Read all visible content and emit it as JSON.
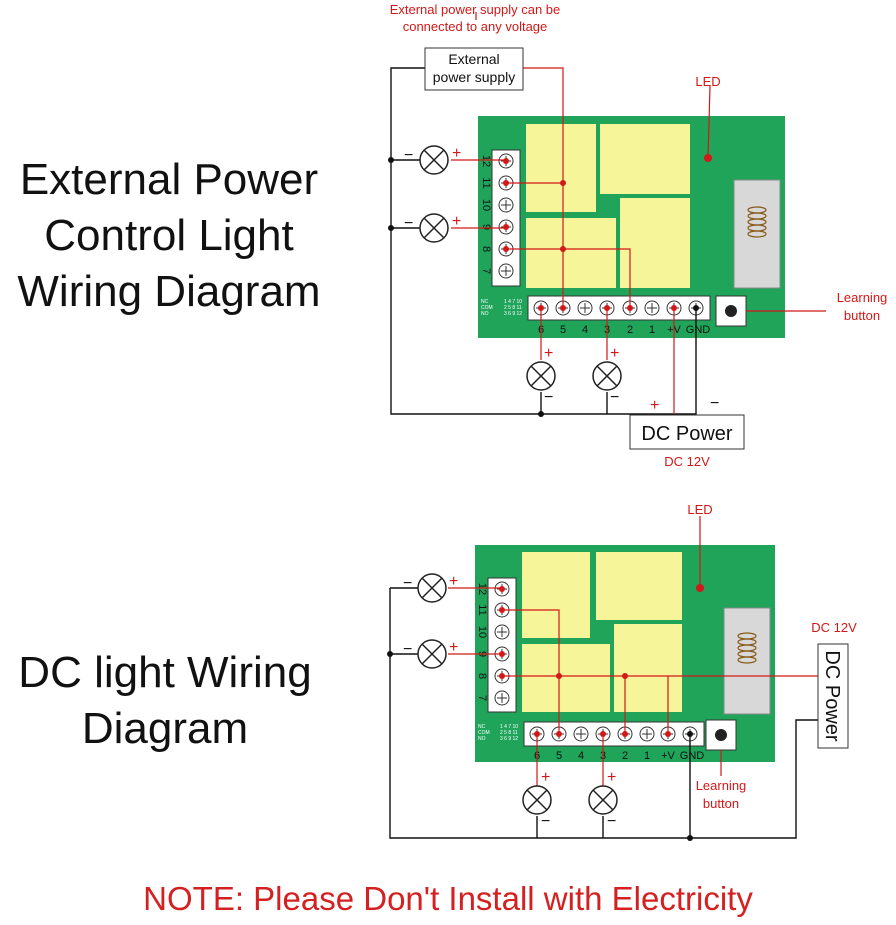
{
  "top": {
    "title_line1": "External Power",
    "title_line2": "Control Light",
    "title_line3": "Wiring Diagram",
    "annotation_line1": "External power supply can be",
    "annotation_line2": "connected to any voltage",
    "ext_supply_line1": "External",
    "ext_supply_line2": "power supply",
    "led_label": "LED",
    "learning_line1": "Learning",
    "learning_line2": "button",
    "dc_power": "DC Power",
    "dc_voltage": "DC 12V",
    "plus": "+",
    "minus": "−"
  },
  "bottom": {
    "title_line1": "DC light Wiring",
    "title_line2": "Diagram",
    "led_label": "LED",
    "learning_line1": "Learning",
    "learning_line2": "button",
    "dc_power": "DC Power",
    "dc_voltage": "DC 12V",
    "plus": "+",
    "minus": "−"
  },
  "board": {
    "side_pins": [
      "12",
      "11",
      "10",
      "9",
      "8",
      "7"
    ],
    "bottom_pins": [
      "6",
      "5",
      "4",
      "3",
      "2",
      "1",
      "+V",
      "GND"
    ],
    "row_nc": "NC",
    "row_com": "COM",
    "row_no": "NO",
    "nc_nums": "1 4 7 10",
    "com_nums": "2 5 8 11",
    "no_nums": "3 6 9 12"
  },
  "note": "NOTE: Please Don't Install with Electricity",
  "colors": {
    "board": "#1fa45a",
    "relay": "#f6f59a",
    "wire_red": "#d21818",
    "wire_black": "#111111",
    "note": "#d42020"
  }
}
